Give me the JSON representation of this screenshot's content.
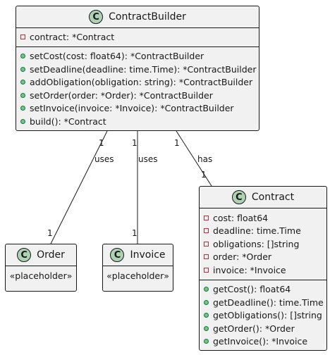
{
  "contract_builder": {
    "badge": "C",
    "name": "ContractBuilder",
    "fields": [
      "contract: *Contract"
    ],
    "methods": [
      "setCost(cost: float64): *ContractBuilder",
      "setDeadline(deadline: time.Time): *ContractBuilder",
      "addObligation(obligation: string): *ContractBuilder",
      "setOrder(order: *Order): *ContractBuilder",
      "setInvoice(invoice: *Invoice): *ContractBuilder",
      "build(): *Contract"
    ]
  },
  "order": {
    "badge": "C",
    "name": "Order",
    "stereotype": "«placeholder»"
  },
  "invoice": {
    "badge": "C",
    "name": "Invoice",
    "stereotype": "«placeholder»"
  },
  "contract": {
    "badge": "C",
    "name": "Contract",
    "fields": [
      "cost: float64",
      "deadline: time.Time",
      "obligations: []string",
      "order: *Order",
      "invoice: *Invoice"
    ],
    "methods": [
      "getCost(): float64",
      "getDeadline(): time.Time",
      "getObligations(): []string",
      "getOrder(): *Order",
      "getInvoice(): *Invoice"
    ]
  },
  "relations": [
    {
      "label": "uses",
      "from_mult": "1",
      "to_mult": "1"
    },
    {
      "label": "uses",
      "from_mult": "1",
      "to_mult": "1"
    },
    {
      "label": "has",
      "from_mult": "1",
      "to_mult": "1"
    }
  ]
}
